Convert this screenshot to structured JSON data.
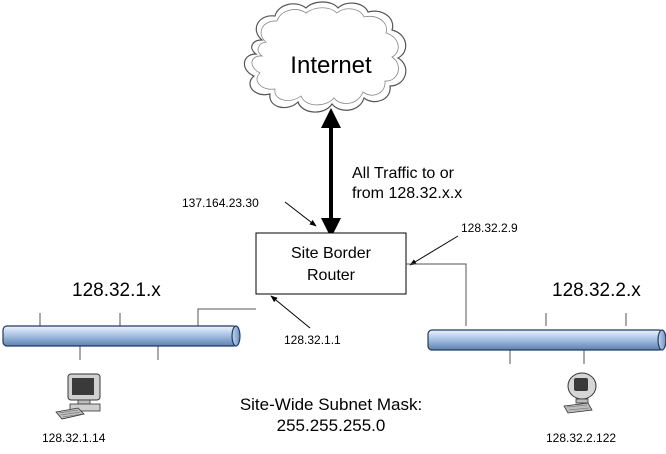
{
  "cloud": {
    "label": "Internet"
  },
  "uplink": {
    "traffic_line1": "All Traffic to or",
    "traffic_line2": "from 128.32.x.x"
  },
  "router": {
    "label_line1": "Site Border",
    "label_line2": "Router",
    "external_ip": "137.164.23.30",
    "interface_subnet2_ip": "128.32.2.9",
    "interface_subnet1_ip": "128.32.1.1"
  },
  "subnet1": {
    "label": "128.32.1.x",
    "host_ip": "128.32.1.14",
    "segment_color": "#a9c4e6"
  },
  "subnet2": {
    "label": "128.32.2.x",
    "host_ip": "128.32.2.122",
    "segment_color": "#a9c4e6"
  },
  "mask": {
    "line1": "Site-Wide Subnet Mask:",
    "line2": "255.255.255.0"
  },
  "icons": {
    "workstation_left": "desktop-computer-icon",
    "workstation_right": "desktop-computer-icon"
  }
}
